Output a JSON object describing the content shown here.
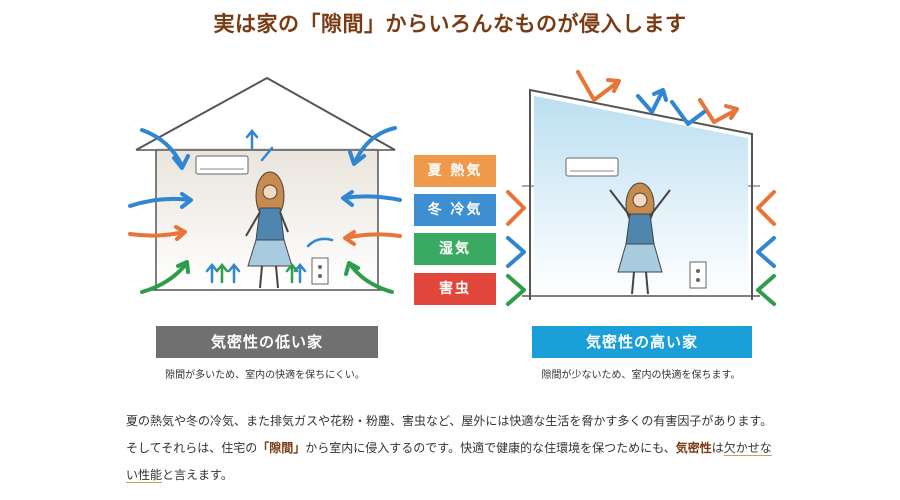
{
  "title": "実は家の「隙間」からいろんなものが侵入します",
  "legend": [
    {
      "label": "夏 熱気",
      "color": "#ee9a4a"
    },
    {
      "label": "冬 冷気",
      "color": "#3d8fd1"
    },
    {
      "label": "湿気",
      "color": "#3aaa62"
    },
    {
      "label": "害虫",
      "color": "#e2463a"
    }
  ],
  "left_house": {
    "banner": "気密性の低い家",
    "banner_color": "#707070",
    "caption": "隙間が多いため、室内の快適を保ちにくい。"
  },
  "right_house": {
    "banner": "気密性の高い家",
    "banner_color": "#1a9fd8",
    "caption": "隙間が少ないため、室内の快適を保ちます。"
  },
  "colors": {
    "heat_arrow": "#e8743a",
    "cold_arrow": "#2f86d3",
    "humidity_arrow": "#2e9d4a",
    "accent_text": "#7a3a12"
  },
  "body": {
    "part1": "夏の熱気や冬の冷気、また排気ガスや花粉・粉塵、害虫など、屋外には快適な生活を脅かす多くの有害因子があります。そしてそれらは、住宅の",
    "em1": "「隙間」",
    "part2": "から室内に侵入するのです。快適で健康的な住環境を保つためにも、",
    "em2": "気密性",
    "part3": "は",
    "ul1": "欠かせない性能",
    "part4": "と言えます。"
  }
}
